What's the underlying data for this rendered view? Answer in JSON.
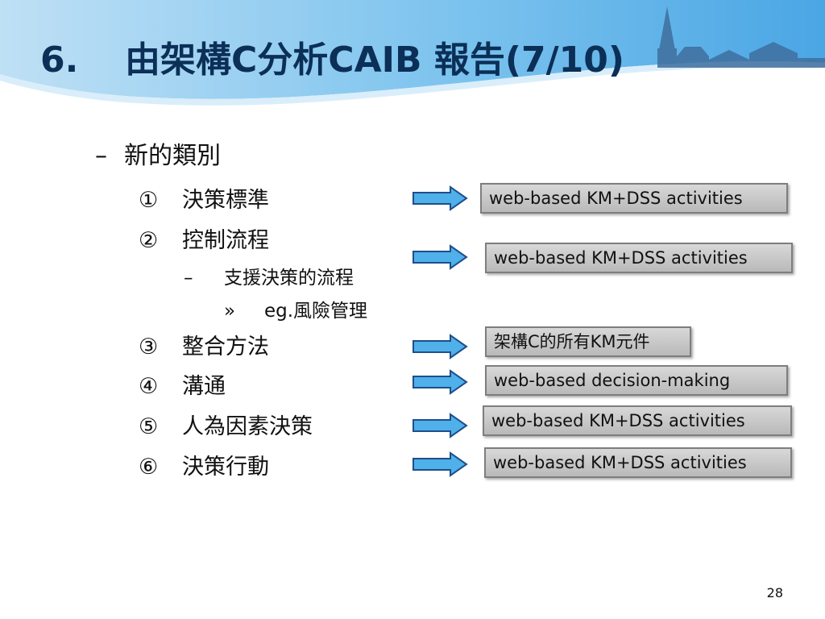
{
  "slide": {
    "title_number": "6.",
    "title_text": "由架構C分析CAIB 報告(7/10)",
    "heading": {
      "marker": "–",
      "text": "新的類別"
    },
    "items": [
      {
        "marker": "①",
        "text": "決策標準"
      },
      {
        "marker": "②",
        "text": "控制流程"
      },
      {
        "marker": "③",
        "text": "整合方法"
      },
      {
        "marker": "④",
        "text": "溝通"
      },
      {
        "marker": "⑤",
        "text": "人為因素決策"
      },
      {
        "marker": "⑥",
        "text": "決策行動"
      }
    ],
    "sub_item": {
      "marker": "–",
      "text": "支援決策的流程"
    },
    "sub_sub_item": {
      "marker": "»",
      "text": "eg.風險管理"
    },
    "boxes": [
      "web-based KM+DSS activities",
      "web-based KM+DSS activities",
      "架構C的所有KM元件",
      "web-based decision-making",
      "web-based KM+DSS activities",
      "web-based KM+DSS activities"
    ],
    "page_number": "28"
  },
  "colors": {
    "title": "#0b2f57",
    "arrow_fill": "#4fb0ea",
    "arrow_stroke": "#1f4e8a",
    "box_fill": "#c8c8c8",
    "box_border": "#7e7e7e"
  }
}
